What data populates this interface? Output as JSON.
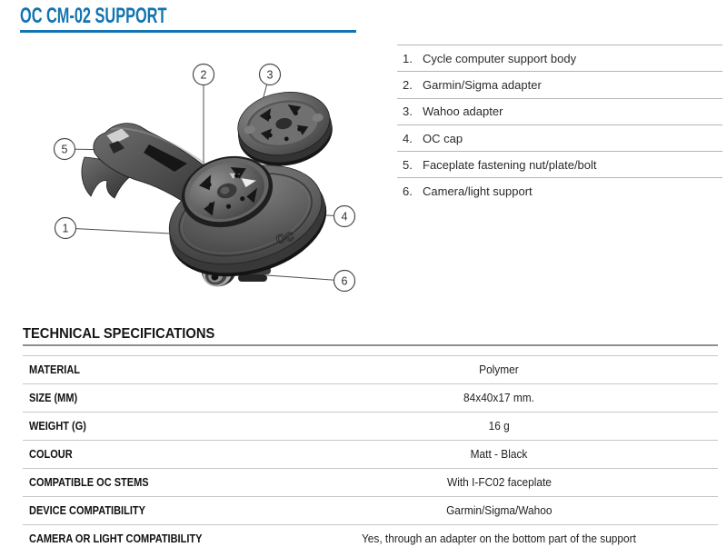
{
  "header": {
    "title": "OC CM-02 SUPPORT",
    "accent_color": "#1274b2"
  },
  "figure": {
    "logo": "oc",
    "callouts": [
      {
        "n": "1"
      },
      {
        "n": "2"
      },
      {
        "n": "3"
      },
      {
        "n": "4"
      },
      {
        "n": "5"
      },
      {
        "n": "6"
      }
    ]
  },
  "parts_list": {
    "items": [
      {
        "num": "1.",
        "label": "Cycle computer support body"
      },
      {
        "num": "2.",
        "label": "Garmin/Sigma adapter"
      },
      {
        "num": "3.",
        "label": "Wahoo adapter"
      },
      {
        "num": "4.",
        "label": "OC cap"
      },
      {
        "num": "5.",
        "label": "Faceplate fastening nut/plate/bolt"
      },
      {
        "num": "6.",
        "label": "Camera/light support"
      }
    ]
  },
  "specs": {
    "title": "TECHNICAL SPECIFICATIONS",
    "rows": [
      {
        "label": "MATERIAL",
        "value": "Polymer"
      },
      {
        "label": "SIZE (MM)",
        "value": "84x40x17 mm."
      },
      {
        "label": "WEIGHT (G)",
        "value": "16 g"
      },
      {
        "label": "COLOUR",
        "value": "Matt - Black"
      },
      {
        "label": "COMPATIBLE OC STEMS",
        "value": "With I-FC02 faceplate"
      },
      {
        "label": "DEVICE COMPATIBILITY",
        "value": "Garmin/Sigma/Wahoo"
      },
      {
        "label": "CAMERA OR LIGHT COMPATIBILITY",
        "value": "Yes, through an adapter on the bottom part of the support"
      }
    ]
  }
}
